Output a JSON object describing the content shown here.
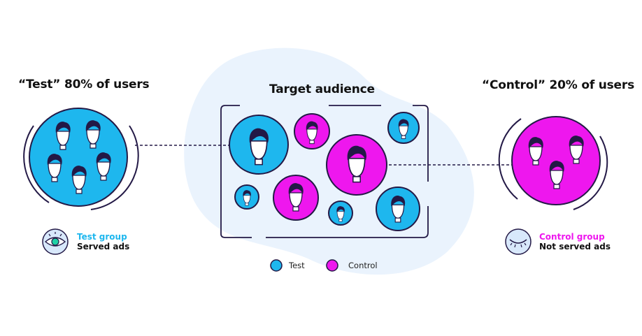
{
  "titles": {
    "test": "“Test” 80% of users",
    "target": "Target audience",
    "control": "“Control” 20% of users"
  },
  "test_caption": {
    "group": "Test group",
    "note": "Served ads"
  },
  "control_caption": {
    "group": "Control group",
    "note": "Not served ads"
  },
  "legend": {
    "test": "Test",
    "control": "Control"
  },
  "colors": {
    "test": "#1eb7ee",
    "control": "#ee17ee",
    "outline": "#231946",
    "blob": "#eaf3fd",
    "eye": "#d8e8fb",
    "iris": "#1fd1a6"
  },
  "icons": {
    "test": "eye-open-icon",
    "control": "eye-closed-icon"
  }
}
